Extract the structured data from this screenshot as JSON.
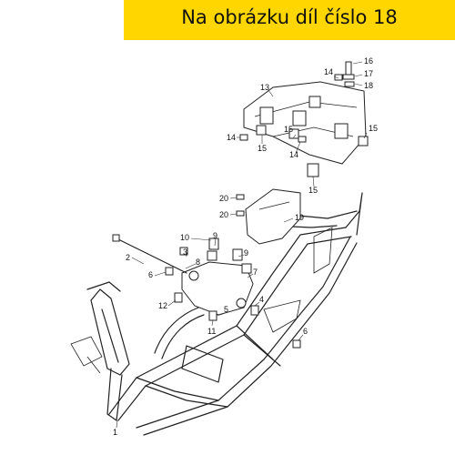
{
  "banner": {
    "text": "Na obrázku díl číslo 18",
    "color": "#ffd600"
  },
  "callouts": [
    "1",
    "2",
    "3",
    "4",
    "5",
    "6",
    "6",
    "7",
    "8",
    "9",
    "9",
    "10",
    "11",
    "12",
    "13",
    "14",
    "14",
    "14",
    "15",
    "15",
    "15",
    "15",
    "16",
    "17",
    "18",
    "19",
    "20",
    "20"
  ]
}
